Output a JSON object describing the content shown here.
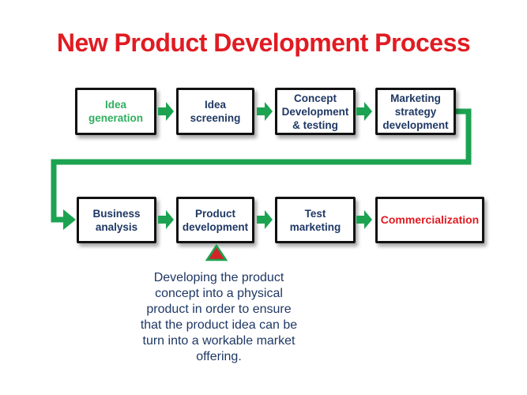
{
  "title": {
    "text": "New Product Development Process",
    "color": "#E11B22"
  },
  "colors": {
    "arrow_green": "#1CA351",
    "stage_text_navy": "#1F3864",
    "idea_generation_green": "#2FAF5F",
    "commercialization_red": "#E11B22",
    "box_border_black": "#121212",
    "triangle_fill_red": "#D02428",
    "triangle_border_green": "#1CA351",
    "background": "#FFFFFF"
  },
  "stages_row1": [
    {
      "label": "Idea\ngeneration"
    },
    {
      "label": "Idea\nscreening"
    },
    {
      "label": "Concept\nDevelopment\n& testing"
    },
    {
      "label": "Marketing\nstrategy\ndevelopment"
    }
  ],
  "stages_row2": [
    {
      "label": "Business\nanalysis"
    },
    {
      "label": "Product\ndevelopment"
    },
    {
      "label": "Test\nmarketing"
    },
    {
      "label": "Commercialization"
    }
  ],
  "annotation": {
    "marker": "red-triangle-pointer",
    "text": "Developing the product\nconcept into a physical\nproduct in order to ensure\nthat the product idea can be\nturn into a workable market\noffering."
  }
}
